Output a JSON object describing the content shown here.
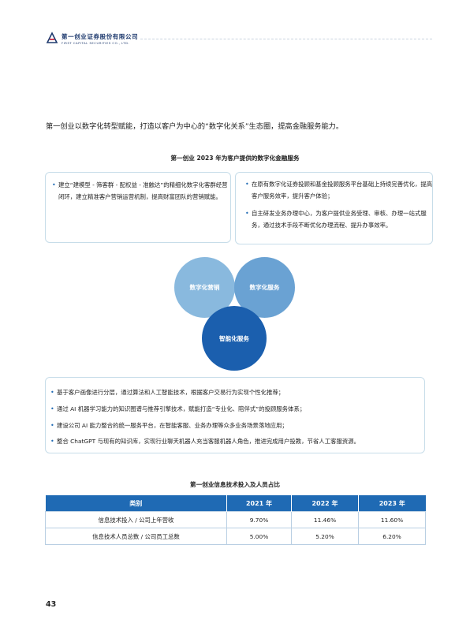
{
  "header": {
    "company_cn": "第一创业证券股份有限公司",
    "company_en": "FIRST CAPITAL SECURITIES CO., LTD."
  },
  "intro": "第一创业以数字化转型赋能，打造以客户为中心的“数字化关系”生态圈，提高金融服务能力。",
  "diagram": {
    "title": "第一创业 2023 年为客户提供的数字化金融服务",
    "left_box": [
      "建立“建模型 - 筛客群 - 配权益 - 准触达”的精细化数字化客群经营闭环，建立精准客户营销运营机制，提高财富团队的营销赋能。"
    ],
    "right_box": [
      "在原有数字化证券投顾和基金投顾服务平台基础上持续完善优化，提高客户服务效率，提升客户体验；",
      "自主研发业务办理中心，为客户提供业务受理、审核、办理一站式服务，通过技术手段不断优化办理流程、提升办事效率。"
    ],
    "circles": [
      "数字化营销",
      "数字化服务",
      "智能化服务"
    ],
    "bottom_box": [
      "基于客户画像进行分层，通过算法和人工智能技术，根据客户交易行为实现个性化推荐；",
      "通过 AI 机器学习能力的知识图谱与推荐引擎技术，赋能打造“专业化、陪伴式”的投顾服务体系；",
      "建设公司 AI 能力整合的统一服务平台，在智能客服、业务办理等众多业务场景落地应用；",
      "整合 ChatGPT 与现有的知识库，实现行业聊天机器人充当客服机器人角色，推进完成用户投教，节省人工客服资源。"
    ]
  },
  "table": {
    "title": "第一创业信息技术投入及人员占比",
    "headers": [
      "类别",
      "2021 年",
      "2022 年",
      "2023 年"
    ],
    "rows": [
      [
        "信息技术投入 / 公司上年营收",
        "9.70%",
        "11.46%",
        "11.60%"
      ],
      [
        "信息技术人员总数 / 公司员工总数",
        "5.00%",
        "5.20%",
        "6.20%"
      ]
    ]
  },
  "page_number": "43",
  "colors": {
    "primary_blue": "#1f6ab4",
    "circle_light": "#89b9de",
    "circle_mid": "#6aa2d3",
    "circle_dark": "#1b5fae",
    "box_border": "#c7dde9"
  }
}
